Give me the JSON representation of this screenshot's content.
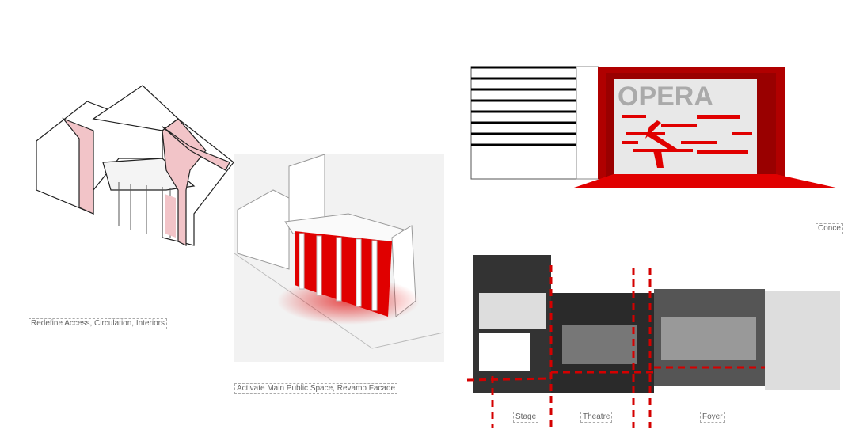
{
  "diagrams": {
    "access": {
      "caption": "Redefine Access, Circulation, Interiors"
    },
    "facade": {
      "caption": "Activate Main Public Space, Revamp Facade"
    },
    "opera": {
      "sign_text": "OPERA",
      "caption_partial": "Conce"
    },
    "section": {
      "labels": [
        "Stage",
        "Theatre",
        "Foyer"
      ]
    }
  },
  "colors": {
    "accent_red": "#d40000",
    "pink": "#f2c4c8",
    "dark_red": "#a00000"
  }
}
